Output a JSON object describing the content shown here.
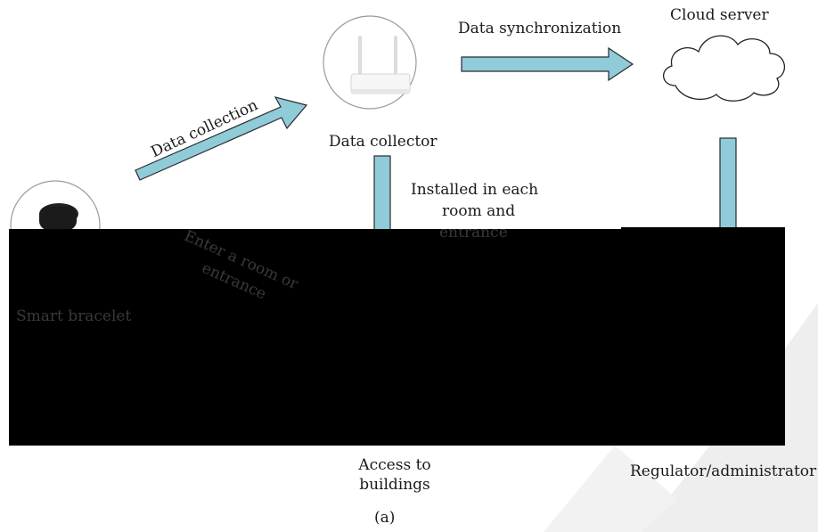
{
  "labels": {
    "data_collection": "Data collection",
    "data_synchronization": "Data synchronization",
    "cloud_server": "Cloud server",
    "data_collector": "Data collector",
    "installed_line1": "Installed in each",
    "installed_line2": "room and",
    "installed_line3": "entrance",
    "enter_line1": "Enter a room or",
    "enter_line2": "entrance",
    "smart_bracelet": "Smart bracelet",
    "access_line1": "Access to",
    "access_line2": "buildings",
    "regulator": "Regulator/administrator",
    "caption": "(a)"
  },
  "colors": {
    "arrow_fill": "#8fcbd9",
    "arrow_stroke": "#2a2a2a",
    "occluder": "#000000",
    "watermark": "#eeeeee"
  },
  "icons": {
    "router": "wifi-router-icon",
    "cloud": "cloud-icon",
    "bracelet": "smart-bracelet-icon"
  }
}
